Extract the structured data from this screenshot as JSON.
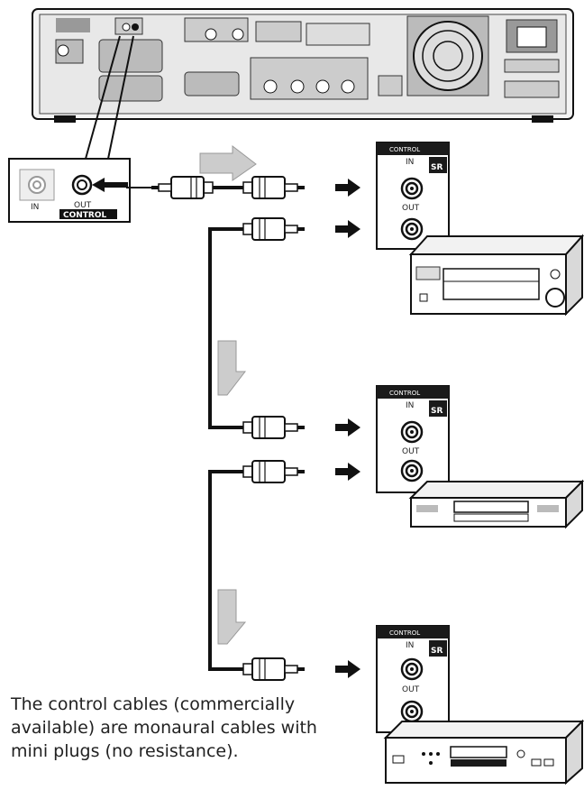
{
  "inset": {
    "in_label": "IN",
    "out_label": "OUT",
    "control_label": "CONTROL"
  },
  "devices": [
    {
      "panel_title": "CONTROL",
      "in_label": "IN",
      "out_label": "OUT",
      "badge": "SR"
    },
    {
      "panel_title": "CONTROL",
      "in_label": "IN",
      "out_label": "OUT",
      "badge": "SR"
    },
    {
      "panel_title": "CONTROL",
      "in_label": "IN",
      "out_label": "OUT",
      "badge": "SR"
    }
  ],
  "note": "The control cables (commercially\navailable) are monaural cables with\nmini plugs (no resistance).",
  "colors": {
    "line": "#111111",
    "arrow_fill": "#cccccc",
    "panel_bg": "#ffffff",
    "dark": "#1a1a1a"
  }
}
